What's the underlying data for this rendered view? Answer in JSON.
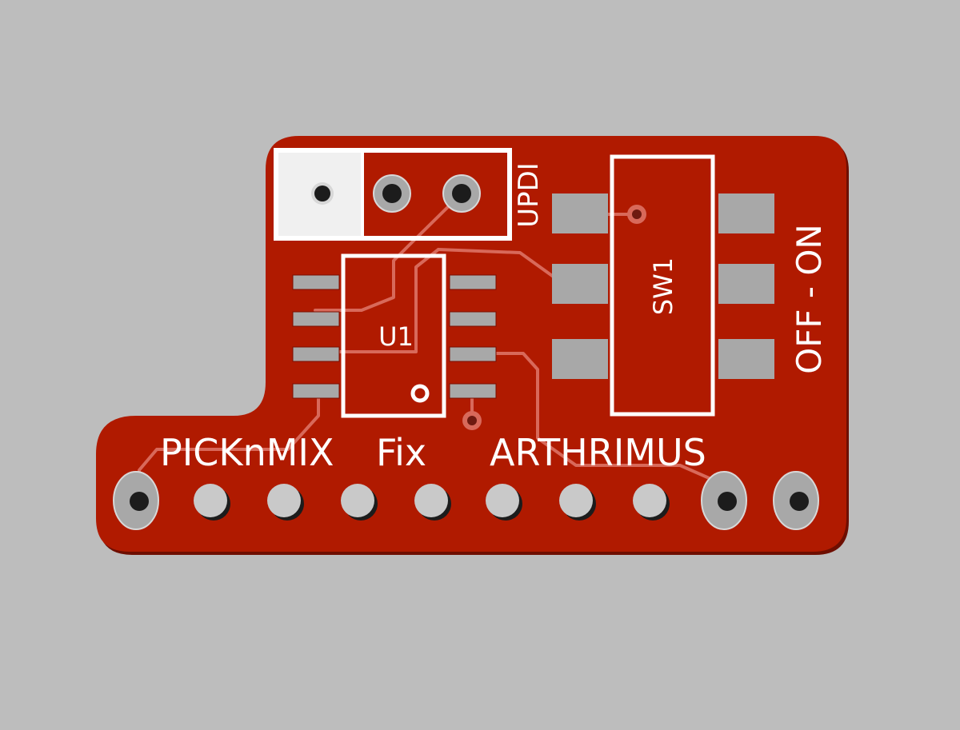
{
  "colors": {
    "background": "#bdbdbd",
    "board": "#b01a00",
    "board_edge": "#6e0e00",
    "copper_trace": "#d8695a",
    "pad": "#a8a8a8",
    "hole": "#1c1c1c",
    "silkscreen": "#ffffff",
    "silk_area": "#f0f0f0"
  },
  "labels": {
    "header_name": "UPDI",
    "ic_name": "U1",
    "switch_name": "SW1",
    "switch_states": "OFF - ON",
    "title_left": "PICKnMIX",
    "title_mid": "Fix",
    "title_right": "ARTHRIMUS"
  },
  "components": {
    "updi_header_pins": 3,
    "ic_pins_per_side": 4,
    "switch_pins_per_side": 3,
    "edge_connector_pins": 10
  }
}
